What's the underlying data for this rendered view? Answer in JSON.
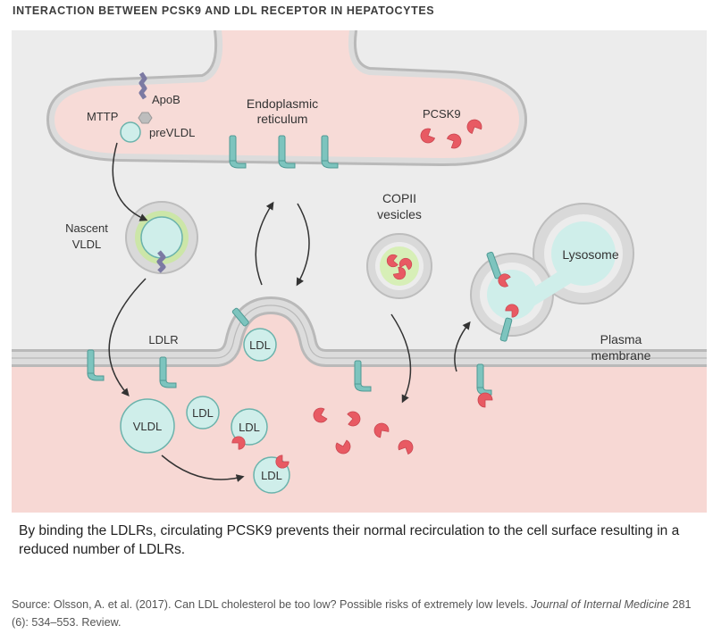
{
  "header": {
    "title": "INTERACTION BETWEEN PCSK9 AND LDL RECEPTOR IN HEPATOCYTES"
  },
  "diagram": {
    "labels": {
      "apob": "ApoB",
      "mttp": "MTTP",
      "previdl": "preVLDL",
      "er": [
        "Endoplasmic",
        "reticulum"
      ],
      "pcsk9": "PCSK9",
      "nascent": [
        "Nascent",
        "VLDL"
      ],
      "copii": [
        "COPII",
        "vesicles"
      ],
      "lysosome": "Lysosome",
      "ldlr": "LDLR",
      "plasma": [
        "Plasma",
        "membrane"
      ],
      "vldl": "VLDL",
      "ldl": "LDL"
    },
    "colors": {
      "background": "#ececec",
      "er_lumen": "#f7dbd7",
      "extracellular": "#f7d8d4",
      "membrane": "#d6d6d6",
      "receptor": "#7dc4be",
      "particle": "#cfeeea",
      "pcsk9": "#e85a63",
      "apob": "#7c7aa3",
      "arrow": "#333333"
    }
  },
  "caption": "By binding the LDLRs, circulating PCSK9 prevents their normal recirculation to the cell surface resulting in a reduced number of LDLRs.",
  "source": {
    "prefix": "Source: Olsson, A. et al. (2017). Can LDL cholesterol be too low? Possible risks of extremely low levels. ",
    "journal": "Journal of Internal Medicine",
    "suffix": " 281 (6): 534–553. Review."
  }
}
